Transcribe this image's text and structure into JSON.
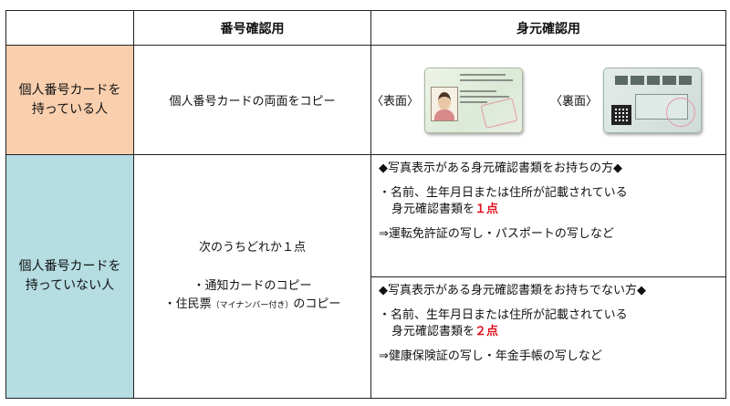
{
  "header": {
    "col_number": "番号確認用",
    "col_identity": "身元確認用"
  },
  "row_has_card": {
    "label_line1": "個人番号カードを",
    "label_line2": "持っている人",
    "number_check": "個人番号カードの両面をコピー",
    "front_label": "〈表面〉",
    "back_label": "〈裏面〉",
    "front_icon": "mynumber-card-front",
    "back_icon": "mynumber-card-back"
  },
  "row_no_card": {
    "label_line1": "個人番号カードを",
    "label_line2": "持っていない人",
    "number_check": {
      "intro": "次のうちどれか１点",
      "option1": "・通知カードのコピー",
      "option2_prefix": "・住民票",
      "option2_small": "（マイナンバー付き）",
      "option2_suffix": "のコピー"
    },
    "with_photo": {
      "title": "◆写真表示がある身元確認書類をお持ちの方◆",
      "line1": "・名前、生年月日または住所が記載されている",
      "line2_prefix": "身元確認書類を",
      "line2_count": "１点",
      "examples": "⇒運転免許証の写し・パスポートの写しなど"
    },
    "without_photo": {
      "title": "◆写真表示がある身元確認書類をお持ちでない方◆",
      "line1": "・名前、生年月日または住所が記載されている",
      "line2_prefix": "身元確認書類を",
      "line2_count": "２点",
      "examples": "⇒健康保険証の写し・年金手帳の写しなど"
    }
  },
  "colors": {
    "has_card_bg": "#f9cfae",
    "no_card_bg": "#b5dde2",
    "emphasis": "#e0111d"
  }
}
